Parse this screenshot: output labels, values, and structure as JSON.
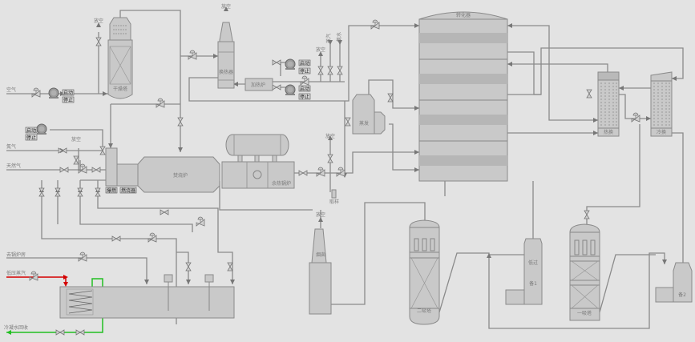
{
  "labels": {
    "vent": "放空",
    "drying_tower": "干燥塔",
    "preheater": "换热器",
    "heater": "加热炉",
    "air": "空气",
    "nitrogen": "氮气",
    "natural_gas": "天然气",
    "igniter": "爆燃",
    "burner": "燃烧器",
    "incinerator": "焚烧炉",
    "waste_heat_boiler": "余热锅炉",
    "steam": "蒸汽",
    "ammonia": "氨水",
    "evaporator": "蒸发",
    "converter": "转化器",
    "hot_exchanger": "热换",
    "cold_exchanger": "冷换",
    "sampling": "取样",
    "chimney": "烟囱",
    "second_absorber": "二吸塔",
    "first_absorber": "一吸塔",
    "filter": "低过",
    "tank1": "备1",
    "tank2": "备2",
    "boiler_feed": "去锅炉房",
    "low_pressure_steam": "低压蒸汽",
    "condensate_return": "冷凝水回收"
  },
  "pumps": [
    {
      "start": "启动",
      "stop": "停止"
    },
    {
      "start": "启动",
      "stop": "停止"
    },
    {
      "start": "启动",
      "stop": "停止"
    },
    {
      "start": "启动",
      "stop": "停止"
    }
  ],
  "colors": {
    "steam_line": "#d40000",
    "condensate_line": "#22c022",
    "equipment": "#c9c9c9",
    "pipe": "#8a8a8a"
  }
}
